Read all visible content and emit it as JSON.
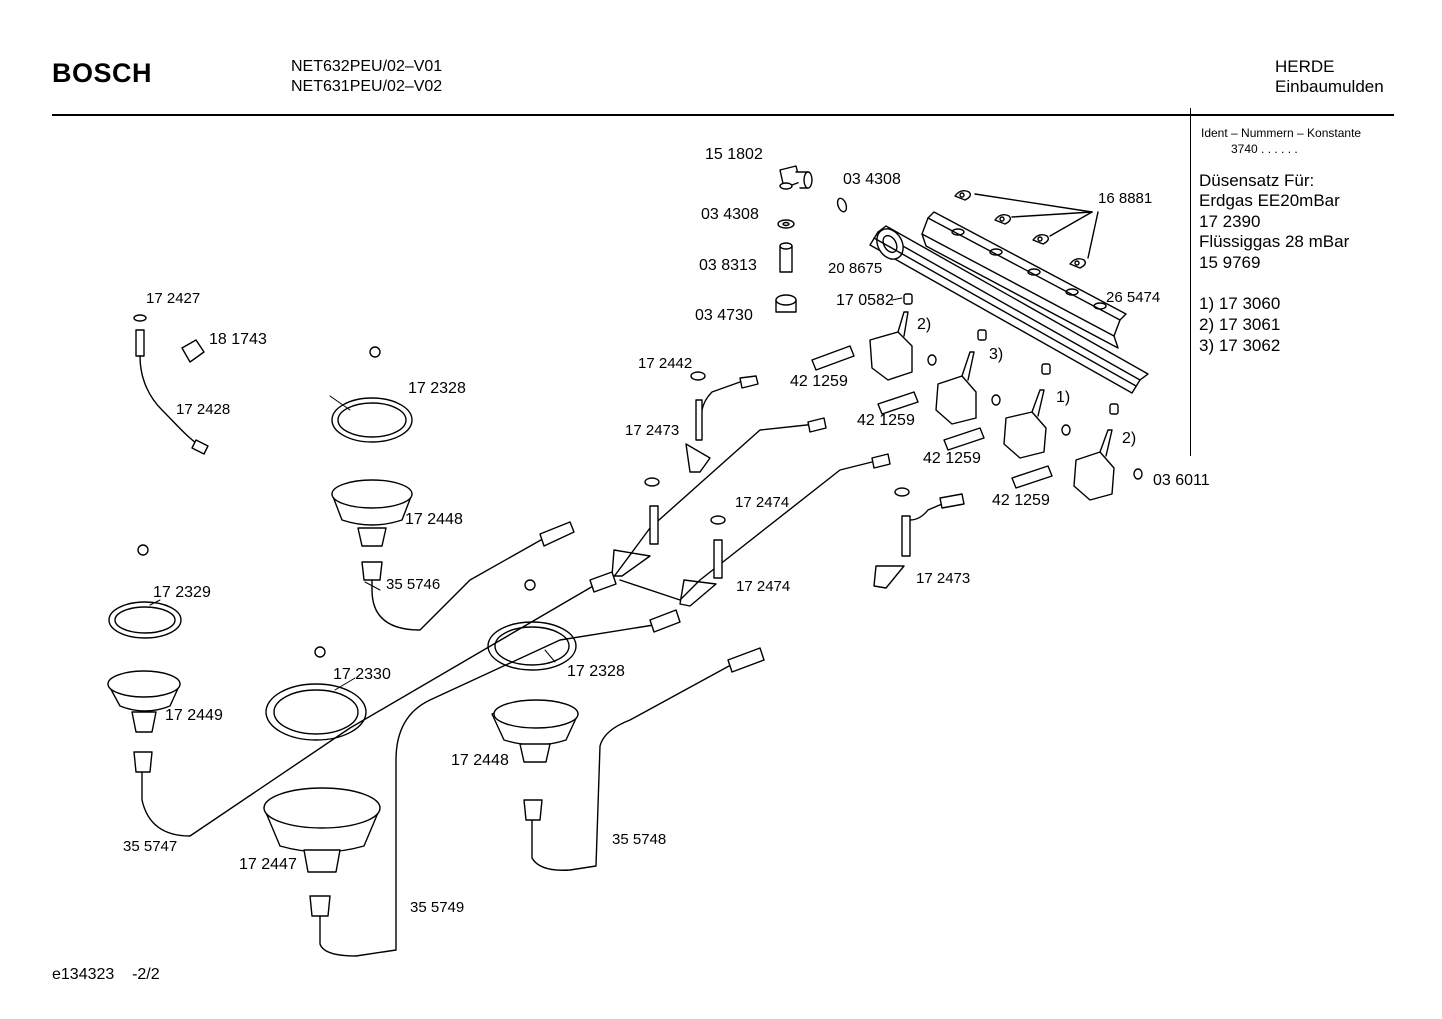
{
  "header": {
    "brand": "BOSCH",
    "models": [
      "NET632PEU/02–V01",
      "NET631PEU/02–V02"
    ],
    "category": [
      "HERDE",
      "Einbaumulden"
    ]
  },
  "side_panel": {
    "ident_line": "Ident – Nummern – Konstante",
    "ident_value": "3740  .  .  .  .  .  .",
    "lines": [
      "Düsensatz Für:",
      "Erdgas EE20mBar",
      "17 2390",
      "Flüssiggas 28 mBar",
      "15 9769"
    ],
    "footnotes": [
      "1)  17 3060",
      "2)  17 3061",
      "3)  17 3062"
    ]
  },
  "part_labels": {
    "p151802": "15 1802",
    "p034308a": "03 4308",
    "p034308b": "03 4308",
    "p038313": "03 8313",
    "p034730": "03 4730",
    "p168881": "16 8881",
    "p208675": "20 8675",
    "p170582": "17 0582",
    "p265474": "26 5474",
    "fn2a": "2)",
    "fn3": "3)",
    "fn1": "1)",
    "fn2b": "2)",
    "p421259a": "42 1259",
    "p421259b": "42 1259",
    "p421259c": "42 1259",
    "p421259d": "42 1259",
    "p036011": "03 6011",
    "p172427": "17 2427",
    "p181743": "18 1743",
    "p172428": "17 2428",
    "p172328a": "17 2328",
    "p172442": "17 2442",
    "p172473a": "17 2473",
    "p172474a": "17 2474",
    "p172474b": "17 2474",
    "p172473b": "17 2473",
    "p172448a": "17 2448",
    "p355746": "35 5746",
    "p172329": "17 2329",
    "p172330": "17 2330",
    "p172328b": "17 2328",
    "p172449": "17 2449",
    "p172448b": "17 2448",
    "p355747": "35 5747",
    "p172447": "17 2447",
    "p355748": "35 5748",
    "p355749": "35 5749"
  },
  "footer": {
    "doc_id": "e134323    -2/2"
  }
}
